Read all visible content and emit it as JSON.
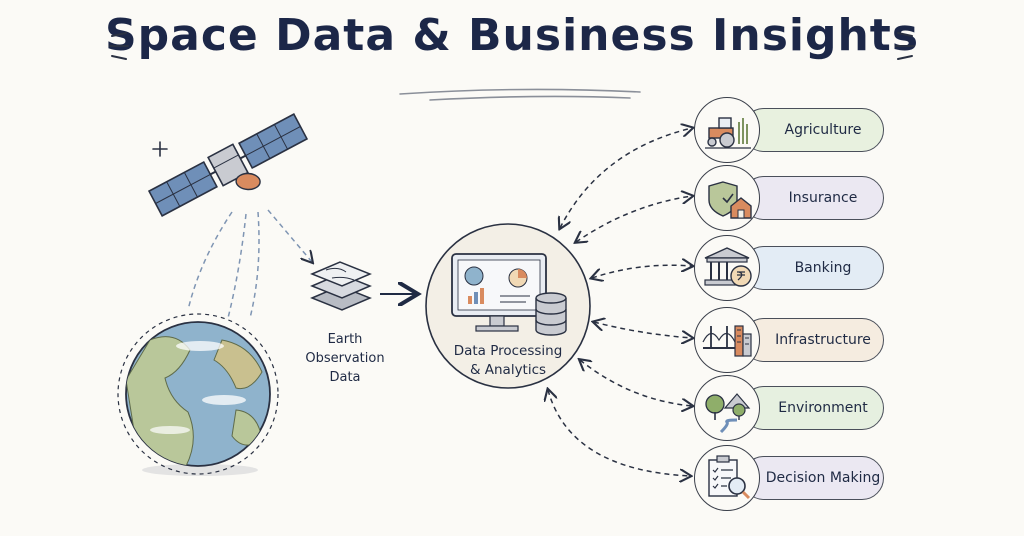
{
  "title": "Space Data & Business Insights",
  "source_label_lines": [
    "Earth",
    "Observation",
    "Data"
  ],
  "hub_label_lines": [
    "Data Processing",
    "& Analytics"
  ],
  "sectors": [
    {
      "label": "Agriculture",
      "icon": "tractor-icon",
      "fill": "#e8f1df"
    },
    {
      "label": "Insurance",
      "icon": "shield-house-icon",
      "fill": "#ebe8f2"
    },
    {
      "label": "Banking",
      "icon": "bank-icon",
      "fill": "#e3ecf5"
    },
    {
      "label": "Infrastructure",
      "icon": "bridge-city-icon",
      "fill": "#f5ece0"
    },
    {
      "label": "Environment",
      "icon": "trees-river-icon",
      "fill": "#e6f0e0"
    },
    {
      "label": "Decision Making",
      "icon": "clipboard-magnifier-icon",
      "fill": "#ebe8f2"
    }
  ],
  "colors": {
    "ink": "#1f2a44",
    "ocean": "#8fb3cc",
    "land": "#b9c79a",
    "hub_fill": "#f3efe6"
  }
}
